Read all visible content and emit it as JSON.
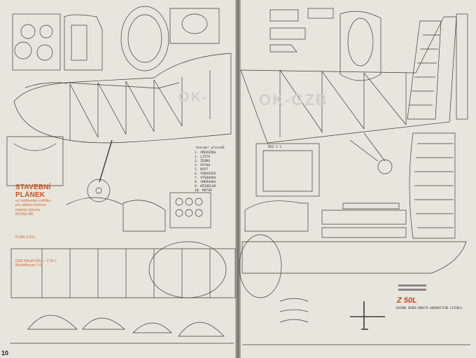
{
  "page_number_left": "10",
  "registration": {
    "left": "OK-",
    "right": "OK-GZB"
  },
  "plan_title": "STAVEBNÍ PLÁNEK",
  "plan_text_lines": [
    "ve zvětšeném měřítku",
    "pro rádiem řízenou",
    "maketu letounu",
    "MODELÁŘ",
    "PLÁN Z-50L:",
    "DER BAUPLAN — Z 50 L",
    "Modellbauer 1:5"
  ],
  "legend_heading": "Seznam! převodů",
  "legend_items": [
    "1. PŘEPÁŽKA",
    "2. LIŠTA",
    "3. ŽEBRO",
    "4. POTAH",
    "5. KRYT",
    "6. PODVOZEK",
    "7. VÝŠKOVKA",
    "8. SMĚROVKA",
    "9. KŘIDÉLKO",
    "10. MOTOR"
  ],
  "brand": "Z 50L",
  "brand_caption": "KACHNA ŠKODA MAKETA AKROBATICKÉ LETADLA",
  "cross_section_label": "ŘEZ C-C"
}
